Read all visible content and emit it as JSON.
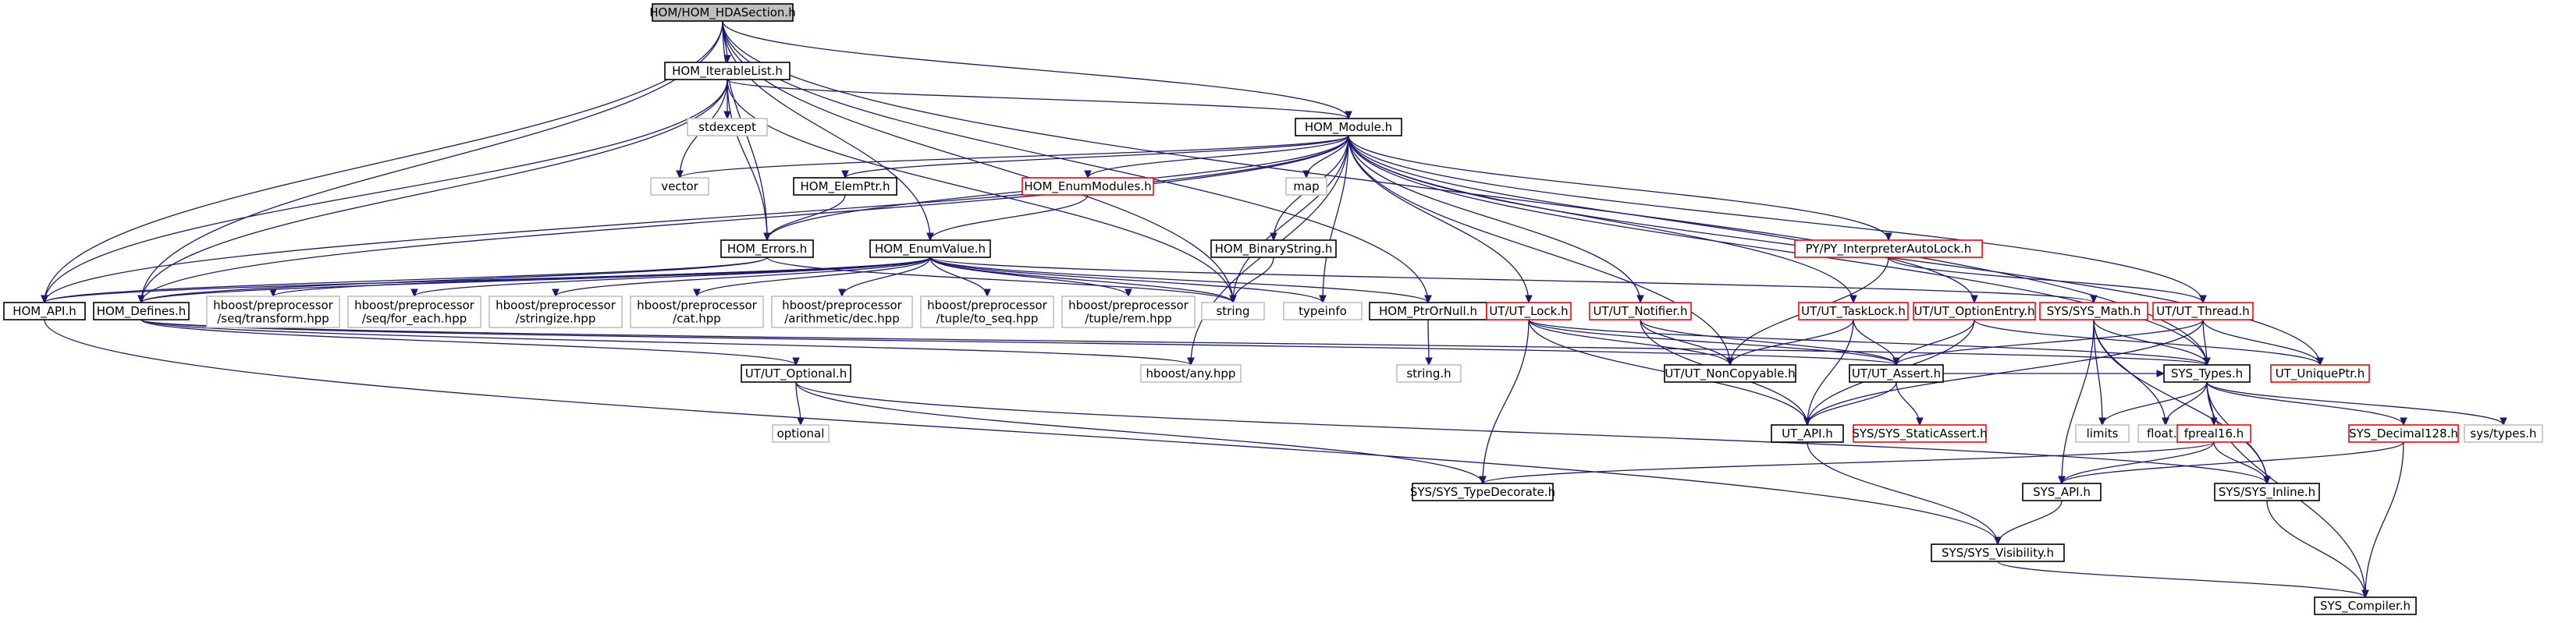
{
  "diagram": {
    "nodes": [
      {
        "id": "root",
        "lines": [
          "HOM/HOM_HDASection.h"
        ],
        "kind": "root"
      },
      {
        "id": "iterable",
        "lines": [
          "HOM_IterableList.h"
        ],
        "kind": "normal"
      },
      {
        "id": "stdexcept",
        "lines": [
          "stdexcept"
        ],
        "kind": "external"
      },
      {
        "id": "module",
        "lines": [
          "HOM_Module.h"
        ],
        "kind": "normal"
      },
      {
        "id": "vector",
        "lines": [
          "vector"
        ],
        "kind": "external"
      },
      {
        "id": "elemptr",
        "lines": [
          "HOM_ElemPtr.h"
        ],
        "kind": "normal"
      },
      {
        "id": "enummodules",
        "lines": [
          "HOM_EnumModules.h"
        ],
        "kind": "missing"
      },
      {
        "id": "map",
        "lines": [
          "map"
        ],
        "kind": "external"
      },
      {
        "id": "binarystring",
        "lines": [
          "HOM_BinaryString.h"
        ],
        "kind": "normal"
      },
      {
        "id": "pyinterp",
        "lines": [
          "PY/PY_InterpreterAutoLock.h"
        ],
        "kind": "missing"
      },
      {
        "id": "errors",
        "lines": [
          "HOM_Errors.h"
        ],
        "kind": "normal"
      },
      {
        "id": "enumvalue",
        "lines": [
          "HOM_EnumValue.h"
        ],
        "kind": "normal"
      },
      {
        "id": "homapi",
        "lines": [
          "HOM_API.h"
        ],
        "kind": "normal"
      },
      {
        "id": "defines",
        "lines": [
          "HOM_Defines.h"
        ],
        "kind": "normal"
      },
      {
        "id": "pp_transform",
        "lines": [
          "hboost/preprocessor",
          "/seq/transform.hpp"
        ],
        "kind": "external"
      },
      {
        "id": "pp_foreach",
        "lines": [
          "hboost/preprocessor",
          "/seq/for_each.hpp"
        ],
        "kind": "external"
      },
      {
        "id": "pp_stringize",
        "lines": [
          "hboost/preprocessor",
          "/stringize.hpp"
        ],
        "kind": "external"
      },
      {
        "id": "pp_cat",
        "lines": [
          "hboost/preprocessor",
          "/cat.hpp"
        ],
        "kind": "external"
      },
      {
        "id": "pp_dec",
        "lines": [
          "hboost/preprocessor",
          "/arithmetic/dec.hpp"
        ],
        "kind": "external"
      },
      {
        "id": "pp_toseq",
        "lines": [
          "hboost/preprocessor",
          "/tuple/to_seq.hpp"
        ],
        "kind": "external"
      },
      {
        "id": "pp_rem",
        "lines": [
          "hboost/preprocessor",
          "/tuple/rem.hpp"
        ],
        "kind": "external"
      },
      {
        "id": "string",
        "lines": [
          "string"
        ],
        "kind": "external"
      },
      {
        "id": "typeinfo",
        "lines": [
          "typeinfo"
        ],
        "kind": "external"
      },
      {
        "id": "ptrornull",
        "lines": [
          "HOM_PtrOrNull.h"
        ],
        "kind": "normal"
      },
      {
        "id": "string_h",
        "lines": [
          "string.h"
        ],
        "kind": "external"
      },
      {
        "id": "utlock",
        "lines": [
          "UT/UT_Lock.h"
        ],
        "kind": "missing"
      },
      {
        "id": "utnotifier",
        "lines": [
          "UT/UT_Notifier.h"
        ],
        "kind": "missing"
      },
      {
        "id": "uttasklock",
        "lines": [
          "UT/UT_TaskLock.h"
        ],
        "kind": "missing"
      },
      {
        "id": "utoptionentry",
        "lines": [
          "UT/UT_OptionEntry.h"
        ],
        "kind": "missing"
      },
      {
        "id": "sysmath",
        "lines": [
          "SYS/SYS_Math.h"
        ],
        "kind": "missing"
      },
      {
        "id": "utthread",
        "lines": [
          "UT/UT_Thread.h"
        ],
        "kind": "missing"
      },
      {
        "id": "utoptional",
        "lines": [
          "UT/UT_Optional.h"
        ],
        "kind": "normal"
      },
      {
        "id": "anyhpp",
        "lines": [
          "hboost/any.hpp"
        ],
        "kind": "external"
      },
      {
        "id": "noncopyable",
        "lines": [
          "UT/UT_NonCopyable.h"
        ],
        "kind": "normal"
      },
      {
        "id": "utassert",
        "lines": [
          "UT/UT_Assert.h"
        ],
        "kind": "normal"
      },
      {
        "id": "systypes",
        "lines": [
          "SYS_Types.h"
        ],
        "kind": "normal"
      },
      {
        "id": "uniqueptr",
        "lines": [
          "UT_UniquePtr.h"
        ],
        "kind": "missing"
      },
      {
        "id": "optional",
        "lines": [
          "optional"
        ],
        "kind": "external"
      },
      {
        "id": "utapi",
        "lines": [
          "UT_API.h"
        ],
        "kind": "normal"
      },
      {
        "id": "staticassert",
        "lines": [
          "SYS/SYS_StaticAssert.h"
        ],
        "kind": "missing"
      },
      {
        "id": "limits",
        "lines": [
          "limits"
        ],
        "kind": "external"
      },
      {
        "id": "float_h",
        "lines": [
          "float.h"
        ],
        "kind": "external"
      },
      {
        "id": "fpreal16",
        "lines": [
          "fpreal16.h"
        ],
        "kind": "missing"
      },
      {
        "id": "decimal128",
        "lines": [
          "SYS_Decimal128.h"
        ],
        "kind": "missing"
      },
      {
        "id": "systypes_h",
        "lines": [
          "sys/types.h"
        ],
        "kind": "external"
      },
      {
        "id": "typedecorate",
        "lines": [
          "SYS/SYS_TypeDecorate.h"
        ],
        "kind": "normal"
      },
      {
        "id": "sysapi",
        "lines": [
          "SYS_API.h"
        ],
        "kind": "normal"
      },
      {
        "id": "sysinline",
        "lines": [
          "SYS/SYS_Inline.h"
        ],
        "kind": "normal"
      },
      {
        "id": "visibility",
        "lines": [
          "SYS/SYS_Visibility.h"
        ],
        "kind": "normal"
      },
      {
        "id": "compiler",
        "lines": [
          "SYS_Compiler.h"
        ],
        "kind": "normal"
      }
    ],
    "edges": [
      [
        "root",
        "iterable"
      ],
      [
        "root",
        "module"
      ],
      [
        "root",
        "errors"
      ],
      [
        "root",
        "enumvalue"
      ],
      [
        "root",
        "homapi"
      ],
      [
        "root",
        "defines"
      ],
      [
        "root",
        "string"
      ],
      [
        "root",
        "ptrornull"
      ],
      [
        "root",
        "systypes"
      ],
      [
        "iterable",
        "stdexcept"
      ],
      [
        "iterable",
        "vector"
      ],
      [
        "iterable",
        "module"
      ],
      [
        "iterable",
        "errors"
      ],
      [
        "iterable",
        "homapi"
      ],
      [
        "iterable",
        "defines"
      ],
      [
        "iterable",
        "string"
      ],
      [
        "module",
        "vector"
      ],
      [
        "module",
        "elemptr"
      ],
      [
        "module",
        "enummodules"
      ],
      [
        "module",
        "map"
      ],
      [
        "module",
        "binarystring"
      ],
      [
        "module",
        "pyinterp"
      ],
      [
        "module",
        "errors"
      ],
      [
        "module",
        "homapi"
      ],
      [
        "module",
        "defines"
      ],
      [
        "module",
        "string"
      ],
      [
        "module",
        "typeinfo"
      ],
      [
        "module",
        "anyhpp"
      ],
      [
        "module",
        "utlock"
      ],
      [
        "module",
        "utnotifier"
      ],
      [
        "module",
        "uttasklock"
      ],
      [
        "module",
        "utoptionentry"
      ],
      [
        "module",
        "utthread"
      ],
      [
        "module",
        "noncopyable"
      ],
      [
        "module",
        "uniqueptr"
      ],
      [
        "module",
        "systypes"
      ],
      [
        "elemptr",
        "errors"
      ],
      [
        "enummodules",
        "enumvalue"
      ],
      [
        "binarystring",
        "string"
      ],
      [
        "pyinterp",
        "noncopyable"
      ],
      [
        "pyinterp",
        "utthread"
      ],
      [
        "errors",
        "homapi"
      ],
      [
        "errors",
        "defines"
      ],
      [
        "errors",
        "string"
      ],
      [
        "enumvalue",
        "homapi"
      ],
      [
        "enumvalue",
        "defines"
      ],
      [
        "enumvalue",
        "pp_transform"
      ],
      [
        "enumvalue",
        "pp_foreach"
      ],
      [
        "enumvalue",
        "pp_stringize"
      ],
      [
        "enumvalue",
        "pp_cat"
      ],
      [
        "enumvalue",
        "pp_dec"
      ],
      [
        "enumvalue",
        "pp_toseq"
      ],
      [
        "enumvalue",
        "pp_rem"
      ],
      [
        "enumvalue",
        "string"
      ],
      [
        "enumvalue",
        "typeinfo"
      ],
      [
        "enumvalue",
        "ptrornull"
      ],
      [
        "enumvalue",
        "sysmath"
      ],
      [
        "homapi",
        "visibility"
      ],
      [
        "defines",
        "utoptional"
      ],
      [
        "defines",
        "anyhpp"
      ],
      [
        "defines",
        "utassert"
      ],
      [
        "defines",
        "systypes"
      ],
      [
        "ptrornull",
        "string_h"
      ],
      [
        "utlock",
        "noncopyable"
      ],
      [
        "utlock",
        "utassert"
      ],
      [
        "utlock",
        "utapi"
      ],
      [
        "utlock",
        "typedecorate"
      ],
      [
        "utlock",
        "systypes"
      ],
      [
        "utnotifier",
        "noncopyable"
      ],
      [
        "utnotifier",
        "utassert"
      ],
      [
        "utnotifier",
        "utapi"
      ],
      [
        "uttasklock",
        "noncopyable"
      ],
      [
        "uttasklock",
        "utassert"
      ],
      [
        "uttasklock",
        "utapi"
      ],
      [
        "utoptionentry",
        "utassert"
      ],
      [
        "utoptionentry",
        "utapi"
      ],
      [
        "utoptionentry",
        "uniqueptr"
      ],
      [
        "sysmath",
        "systypes"
      ],
      [
        "sysmath",
        "limits"
      ],
      [
        "sysmath",
        "float_h"
      ],
      [
        "sysmath",
        "sysapi"
      ],
      [
        "sysmath",
        "sysinline"
      ],
      [
        "utthread",
        "utassert"
      ],
      [
        "utthread",
        "systypes"
      ],
      [
        "utthread",
        "uniqueptr"
      ],
      [
        "utthread",
        "utapi"
      ],
      [
        "utoptional",
        "optional"
      ],
      [
        "utoptional",
        "typedecorate"
      ],
      [
        "utoptional",
        "sysinline"
      ],
      [
        "utassert",
        "utapi"
      ],
      [
        "utassert",
        "staticassert"
      ],
      [
        "utassert",
        "systypes"
      ],
      [
        "systypes",
        "limits"
      ],
      [
        "systypes",
        "float_h"
      ],
      [
        "systypes",
        "fpreal16"
      ],
      [
        "systypes",
        "decimal128"
      ],
      [
        "systypes",
        "systypes_h"
      ],
      [
        "systypes",
        "sysinline"
      ],
      [
        "systypes",
        "compiler"
      ],
      [
        "utapi",
        "visibility"
      ],
      [
        "fpreal16",
        "typedecorate"
      ],
      [
        "fpreal16",
        "sysapi"
      ],
      [
        "fpreal16",
        "sysinline"
      ],
      [
        "decimal128",
        "sysapi"
      ],
      [
        "decimal128",
        "compiler"
      ],
      [
        "sysapi",
        "visibility"
      ],
      [
        "sysinline",
        "compiler"
      ],
      [
        "visibility",
        "compiler"
      ]
    ]
  },
  "colors": {
    "edge": "#191970",
    "normal_border": "#000000",
    "missing_border": "#ff0000",
    "external_border": "#bfbfbf",
    "root_fill": "#bfbfbf",
    "node_fill": "#ffffff"
  }
}
